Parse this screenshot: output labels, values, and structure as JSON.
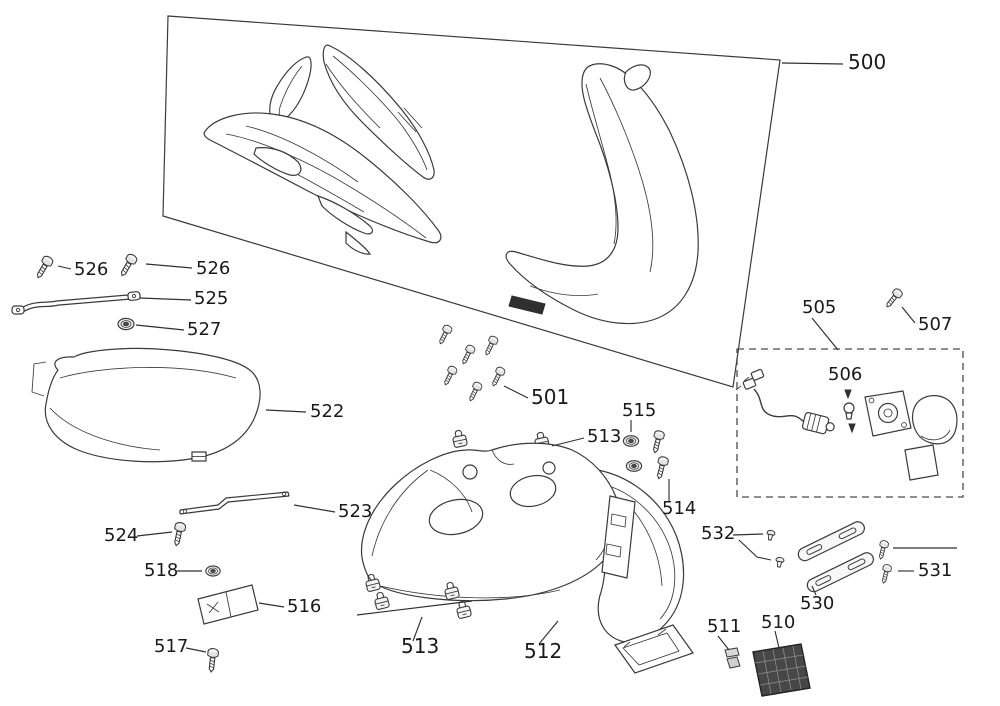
{
  "diagram": {
    "colors": {
      "background": "#ffffff",
      "line": "#3a3a3a",
      "label_text": "#1a1a1a",
      "reflector_fill": "#474747",
      "slot_fill": "#2f2f2f"
    },
    "labels": {
      "n500": "500",
      "n501": "501",
      "n505": "505",
      "n506": "506",
      "n507": "507",
      "n510": "510",
      "n511": "511",
      "n512": "512",
      "n513": "513",
      "n514": "514",
      "n515": "515",
      "n516": "516",
      "n517": "517",
      "n518": "518",
      "n522": "522",
      "n523": "523",
      "n524": "524",
      "n525": "525",
      "n526": "526",
      "n527": "527",
      "n530": "530",
      "n531": "531",
      "n532": "532"
    }
  }
}
